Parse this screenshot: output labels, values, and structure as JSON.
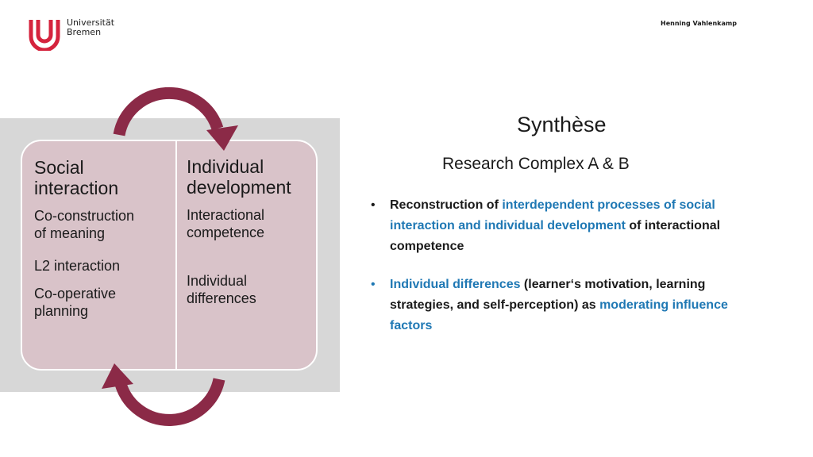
{
  "header": {
    "logo": {
      "line1": "Universität",
      "line2": "Bremen",
      "icon": "university-bremen-logo",
      "color": "#d5233d"
    },
    "presenter": "Henning Vahlenkamp"
  },
  "diagram": {
    "accent_color": "#8b2a47",
    "left": {
      "heading": [
        "Social",
        "interaction"
      ],
      "items": [
        [
          "Co-construction",
          "of meaning"
        ],
        [
          "L2 interaction"
        ],
        [
          "Co-operative",
          "planning"
        ]
      ]
    },
    "right": {
      "heading": [
        "Individual",
        "development"
      ],
      "items": [
        [
          "Interactional",
          "competence"
        ],
        [
          "Individual",
          "differences"
        ]
      ]
    }
  },
  "content": {
    "title": "Synthèse",
    "subtitle": "Research Complex A & B",
    "bullets": [
      {
        "dot": "•",
        "segments": [
          {
            "text": "Reconstruction of ",
            "highlight": false
          },
          {
            "text": "interdependent processes of social interaction and individual development",
            "highlight": true
          },
          {
            "text": " of interactional competence",
            "highlight": false
          }
        ]
      },
      {
        "dot": "•",
        "segments": [
          {
            "text": "Individual differences",
            "highlight": true
          },
          {
            "text": " (learner‘s motivation, learning strategies, and self-perception) as ",
            "highlight": false
          },
          {
            "text": "moderating influence factors",
            "highlight": true
          }
        ]
      }
    ],
    "highlight_color": "#1f78b4"
  }
}
